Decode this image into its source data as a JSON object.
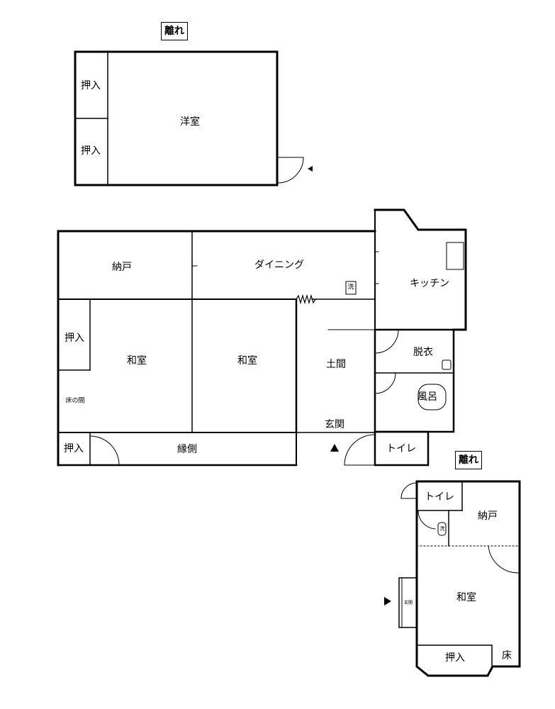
{
  "annex_top": {
    "tag": "離れ",
    "rooms": {
      "closet1": "押入",
      "closet2": "押入",
      "western": "洋室"
    }
  },
  "main_house": {
    "rooms": {
      "storage": "納戸",
      "dining": "ダイニング",
      "kitchen": "キッチン",
      "closet": "押入",
      "washitsu1": "和室",
      "washitsu2": "和室",
      "tokonoma": "床の間",
      "doma": "土間",
      "dressing": "脱衣",
      "bath": "風呂",
      "entrance": "玄関",
      "closet_bottom": "押入",
      "engawa": "縁側",
      "toilet": "トイレ",
      "washer": "洗"
    }
  },
  "annex_bottom": {
    "tag": "離れ",
    "rooms": {
      "toilet": "トイレ",
      "storage": "納戸",
      "washer": "洗",
      "washitsu": "和室",
      "entrance": "玄関",
      "closet": "押入",
      "floor": "床"
    }
  }
}
